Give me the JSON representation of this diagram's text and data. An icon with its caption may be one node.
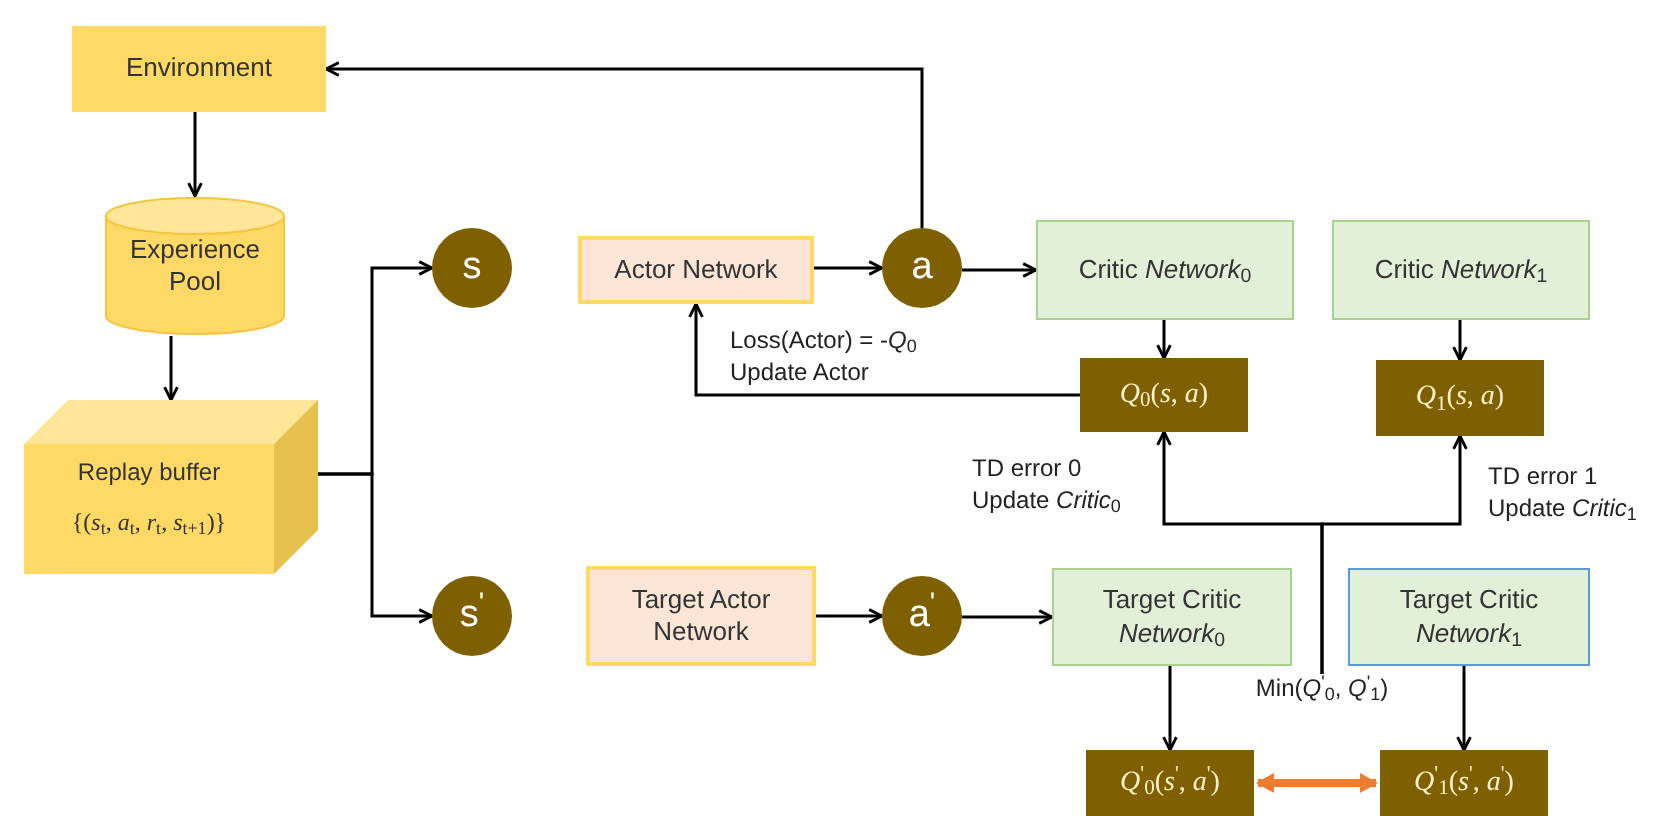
{
  "diagram": {
    "nodes": [
      {
        "text": [
          "Environment"
        ]
      },
      {
        "text": [
          "Experience Pool"
        ]
      },
      {
        "text": [
          "Replay buffer",
          "{(*s*$_{t}$, *a*$_{t}$, *r*$_{t}$, *s*$_{t+1}$)}"
        ]
      },
      {
        "text": [
          "s"
        ]
      },
      {
        "text": [
          "s$^{'}$"
        ]
      },
      {
        "text": [
          "Actor Network"
        ]
      },
      {
        "text": [
          "a"
        ]
      },
      {
        "text": [
          "Critic *Network*$_{0}$"
        ]
      },
      {
        "text": [
          "Critic *Network*$_{1}$"
        ]
      },
      {
        "text": [
          "*Q*$_{0}$(*s*, *a*)"
        ]
      },
      {
        "text": [
          "*Q*$_{1}$(*s*, *a*)"
        ]
      },
      {
        "text": [
          "Target Actor Network"
        ]
      },
      {
        "text": [
          "a$^{'}$"
        ]
      },
      {
        "text": [
          "Target Critic *Network*$_{0}$"
        ]
      },
      {
        "text": [
          "Target Critic *Network*$_{1}$"
        ]
      },
      {
        "text": [
          "*Q*$^{'}$$_{0}$(*s*$^{'}$, *a*$^{'}$)"
        ]
      },
      {
        "text": [
          "*Q*$^{'}$$_{1}$(*s*$^{'}$, *a*$^{'}$)"
        ]
      },
      {
        "text": [
          "Min(*Q*$^{'}$$_{0}$, *Q*$^{'}$$_{1}$)"
        ]
      }
    ],
    "edges": [
      {
        "from": 0,
        "to": 1,
        "arrow": "to"
      },
      {
        "from": 1,
        "to": 2,
        "arrow": "to"
      },
      {
        "from": 2,
        "to": 3,
        "arrow": "to"
      },
      {
        "from": 2,
        "to": 4,
        "arrow": "to"
      },
      {
        "from": 5,
        "to": 6,
        "arrow": "to"
      },
      {
        "from": 6,
        "to": 7,
        "arrow": "to"
      },
      {
        "from": 6,
        "to": 0,
        "arrow": "to"
      },
      {
        "from": 7,
        "to": 9,
        "arrow": "to"
      },
      {
        "from": 8,
        "to": 10,
        "arrow": "to"
      },
      {
        "from": 9,
        "to": 5,
        "arrow": "to",
        "label": "Loss(Actor) = -*Q*$_{0}$ Update Actor"
      },
      {
        "from": 17,
        "to": 9,
        "arrow": "to",
        "label": "TD error 0 Update *Critic*$_{0}$"
      },
      {
        "from": 17,
        "to": 10,
        "arrow": "to",
        "label": "TD error 1 Update *Critic*$_{1}$"
      },
      {
        "from": 11,
        "to": 12,
        "arrow": "to"
      },
      {
        "from": 12,
        "to": 13,
        "arrow": "to"
      },
      {
        "from": 13,
        "to": 15,
        "arrow": "to"
      },
      {
        "from": 14,
        "to": 16,
        "arrow": "to"
      },
      {
        "from": 15,
        "to": 16,
        "arrow": "both",
        "style": "thick",
        "color": "#ed7d31"
      }
    ]
  }
}
